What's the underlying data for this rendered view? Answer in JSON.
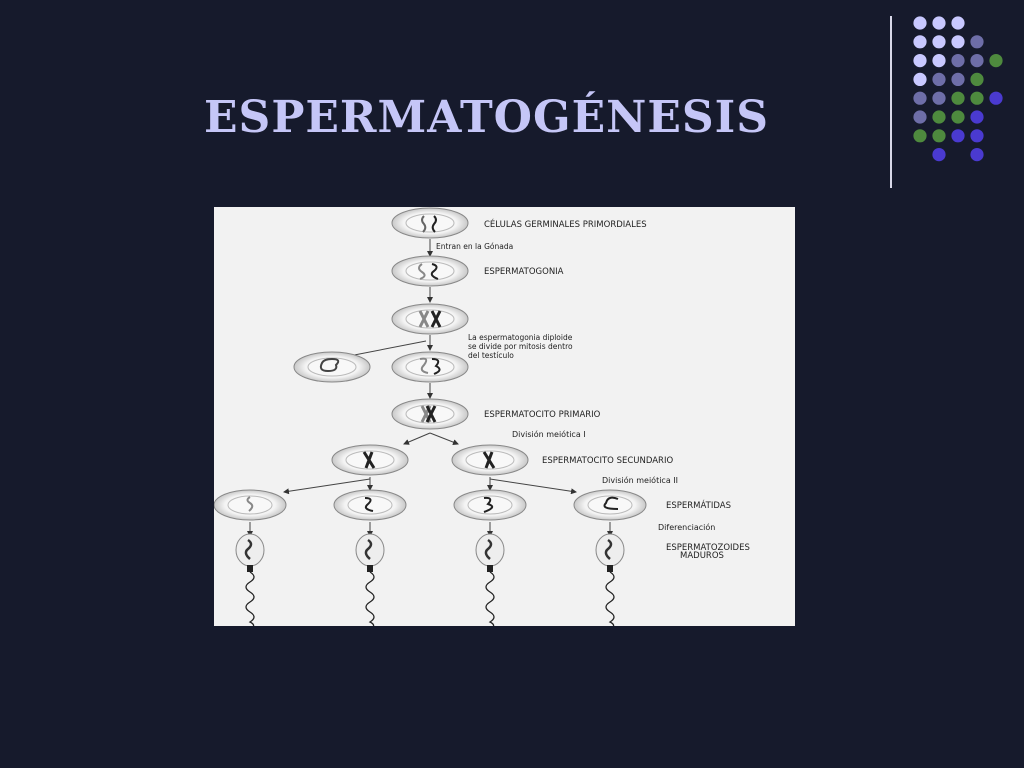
{
  "title": "ESPERMATOGÉNESIS",
  "decoration": {
    "dot_colors": {
      "light": "#c8c8ff",
      "mid": "#6e6ea8",
      "green": "#4e8a3e",
      "blue": "#4a3ad0"
    }
  },
  "figure": {
    "labels": {
      "germ_cells": "CÉLULAS GERMINALES PRIMORDIALES",
      "enter_gonad": "Entran en la Gónada",
      "spermatogonia": "ESPERMATOGONIA",
      "mitosis_1": "La espermatogonia diploide",
      "mitosis_2": "se divide por mitosis dentro",
      "mitosis_3": "del testículo",
      "primary": "ESPERMATOCITO PRIMARIO",
      "meiosis_1": "División meiótica I",
      "secondary": "ESPERMATOCITO SECUNDARIO",
      "meiosis_2": "División meiótica II",
      "spermatids": "ESPERMÁTIDAS",
      "differentiation": "Diferenciación",
      "mature_1": "ESPERMATOZOIDES",
      "mature_2": "MADUROS"
    }
  }
}
